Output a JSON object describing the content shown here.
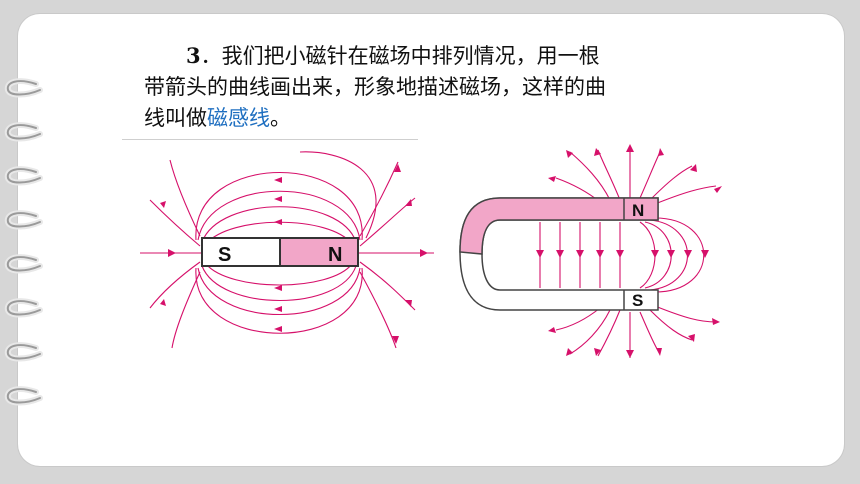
{
  "paragraph": {
    "number": "3",
    "line1": "．我们把小磁针在磁场中排列情况，用一根",
    "line2": "带箭头的曲线画出来，形象地描述磁场，这样的曲",
    "line3_prefix": "线叫做",
    "term": "磁感线",
    "line3_suffix": "。"
  },
  "bar_magnet": {
    "left_pole": "S",
    "right_pole": "N"
  },
  "horseshoe_magnet": {
    "top_pole": "N",
    "bottom_pole": "S"
  },
  "colors": {
    "field_line": "#d6106a",
    "magnet_pink": "#f2a6c8",
    "term": "#1f6fc0"
  }
}
